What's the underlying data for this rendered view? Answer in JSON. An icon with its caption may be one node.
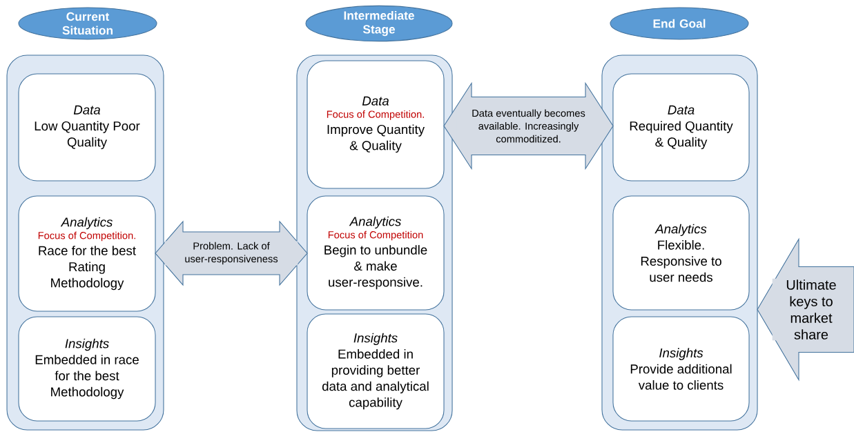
{
  "diagram": {
    "nodes": [
      {
        "text": [
          "Current Situation"
        ]
      },
      {
        "text": [],
        "shape": "box"
      },
      {
        "text": [
          "Data",
          "Low Quantity Poor Quality"
        ],
        "in": 1
      },
      {
        "text": [
          "Analytics",
          "Focus of Competition.",
          "Race for the best Rating Methodology"
        ],
        "in": 1
      },
      {
        "text": [
          "Insights",
          "Embedded in race for the best Methodology"
        ],
        "in": 1
      },
      {
        "text": [
          "Intermediate Stage"
        ]
      },
      {
        "text": [],
        "shape": "box"
      },
      {
        "text": [
          "Data",
          "Focus of Competition.",
          "Improve Quantity & Quality"
        ],
        "in": 6
      },
      {
        "text": [
          "Analytics",
          "Focus of Competition",
          "Begin to unbundle & make user-responsive."
        ],
        "in": 6
      },
      {
        "text": [
          "Insights",
          "Embedded in providing better data and analytical capability"
        ],
        "in": 6
      },
      {
        "text": [
          "End Goal"
        ]
      },
      {
        "text": [],
        "shape": "box"
      },
      {
        "text": [
          "Data",
          "Required Quantity & Quality"
        ],
        "in": 11
      },
      {
        "text": [
          "Analytics",
          "Flexible. Responsive to user needs"
        ],
        "in": 11
      },
      {
        "text": [
          "Insights",
          "Provide additional value to clients"
        ],
        "in": 11
      }
    ],
    "edges": [
      {
        "from": 3,
        "to": 8,
        "arrow": "both",
        "label": "Problem. Lack of user-responsiveness"
      },
      {
        "from": 7,
        "to": 12,
        "arrow": "both",
        "label": "Data eventually becomes available. Increasingly commoditized."
      },
      {
        "from": null,
        "to": 11,
        "arrow": "to",
        "label": "Ultimate keys to market share"
      }
    ]
  }
}
